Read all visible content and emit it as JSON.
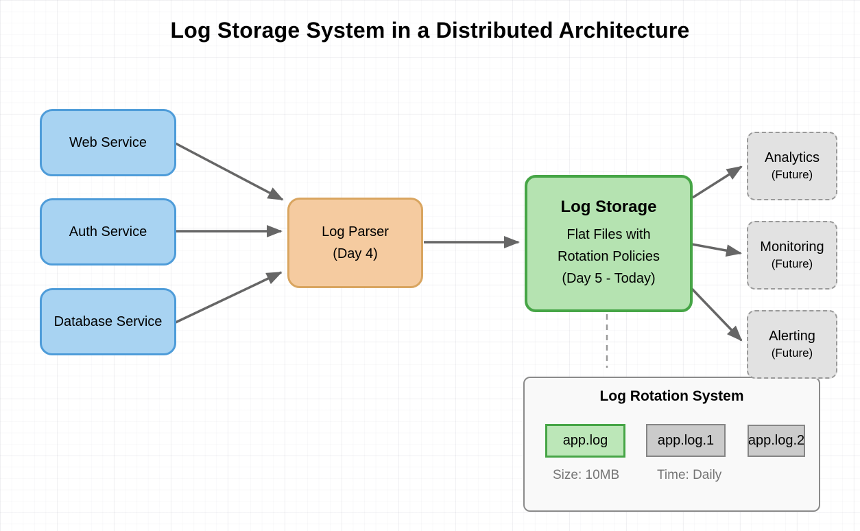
{
  "title": "Log Storage System in a Distributed Architecture",
  "nodes": {
    "web_service": {
      "label": "Web Service"
    },
    "auth_service": {
      "label": "Auth Service"
    },
    "database_service": {
      "label": "Database Service"
    },
    "log_parser": {
      "label": "Log Parser",
      "sublabel": "(Day 4)"
    },
    "log_storage": {
      "title": "Log Storage",
      "lines": [
        "Flat Files with",
        "Rotation Policies",
        "(Day 5 - Today)"
      ]
    },
    "analytics": {
      "label": "Analytics",
      "sublabel": "(Future)"
    },
    "monitoring": {
      "label": "Monitoring",
      "sublabel": "(Future)"
    },
    "alerting": {
      "label": "Alerting",
      "sublabel": "(Future)"
    }
  },
  "edges": [
    {
      "from": "web-service",
      "to": "log-parser"
    },
    {
      "from": "auth-service",
      "to": "log-parser"
    },
    {
      "from": "database-service",
      "to": "log-parser"
    },
    {
      "from": "log-parser",
      "to": "log-storage"
    },
    {
      "from": "log-storage",
      "to": "analytics"
    },
    {
      "from": "log-storage",
      "to": "monitoring"
    },
    {
      "from": "log-storage",
      "to": "alerting"
    },
    {
      "from": "log-storage",
      "to": "log-rotation-panel",
      "style": "dashed"
    }
  ],
  "rotation_panel": {
    "title": "Log Rotation System",
    "files": [
      {
        "name": "app.log",
        "state": "active"
      },
      {
        "name": "app.log.1",
        "state": "archived"
      },
      {
        "name": "app.log.2",
        "state": "archived"
      }
    ],
    "size_label": "Size: 10MB",
    "time_label": "Time: Daily"
  },
  "colors": {
    "service_fill": "#A8D3F2",
    "service_border": "#4E9CD9",
    "parser_fill": "#F5CBA0",
    "parser_border": "#D9A560",
    "storage_fill": "#B5E3B1",
    "storage_border": "#46A546",
    "future_fill": "#E2E2E2",
    "future_border": "#999999",
    "arrow": "#666666",
    "dashed_connector": "#999999",
    "panel_fill": "#F9F9F9",
    "panel_border": "#8A8A8A",
    "active_file_fill": "#BCE7B8",
    "active_file_border": "#46A546",
    "archived_file_fill": "#CBCBCB",
    "archived_file_border": "#858585",
    "meta_text": "#757575"
  }
}
